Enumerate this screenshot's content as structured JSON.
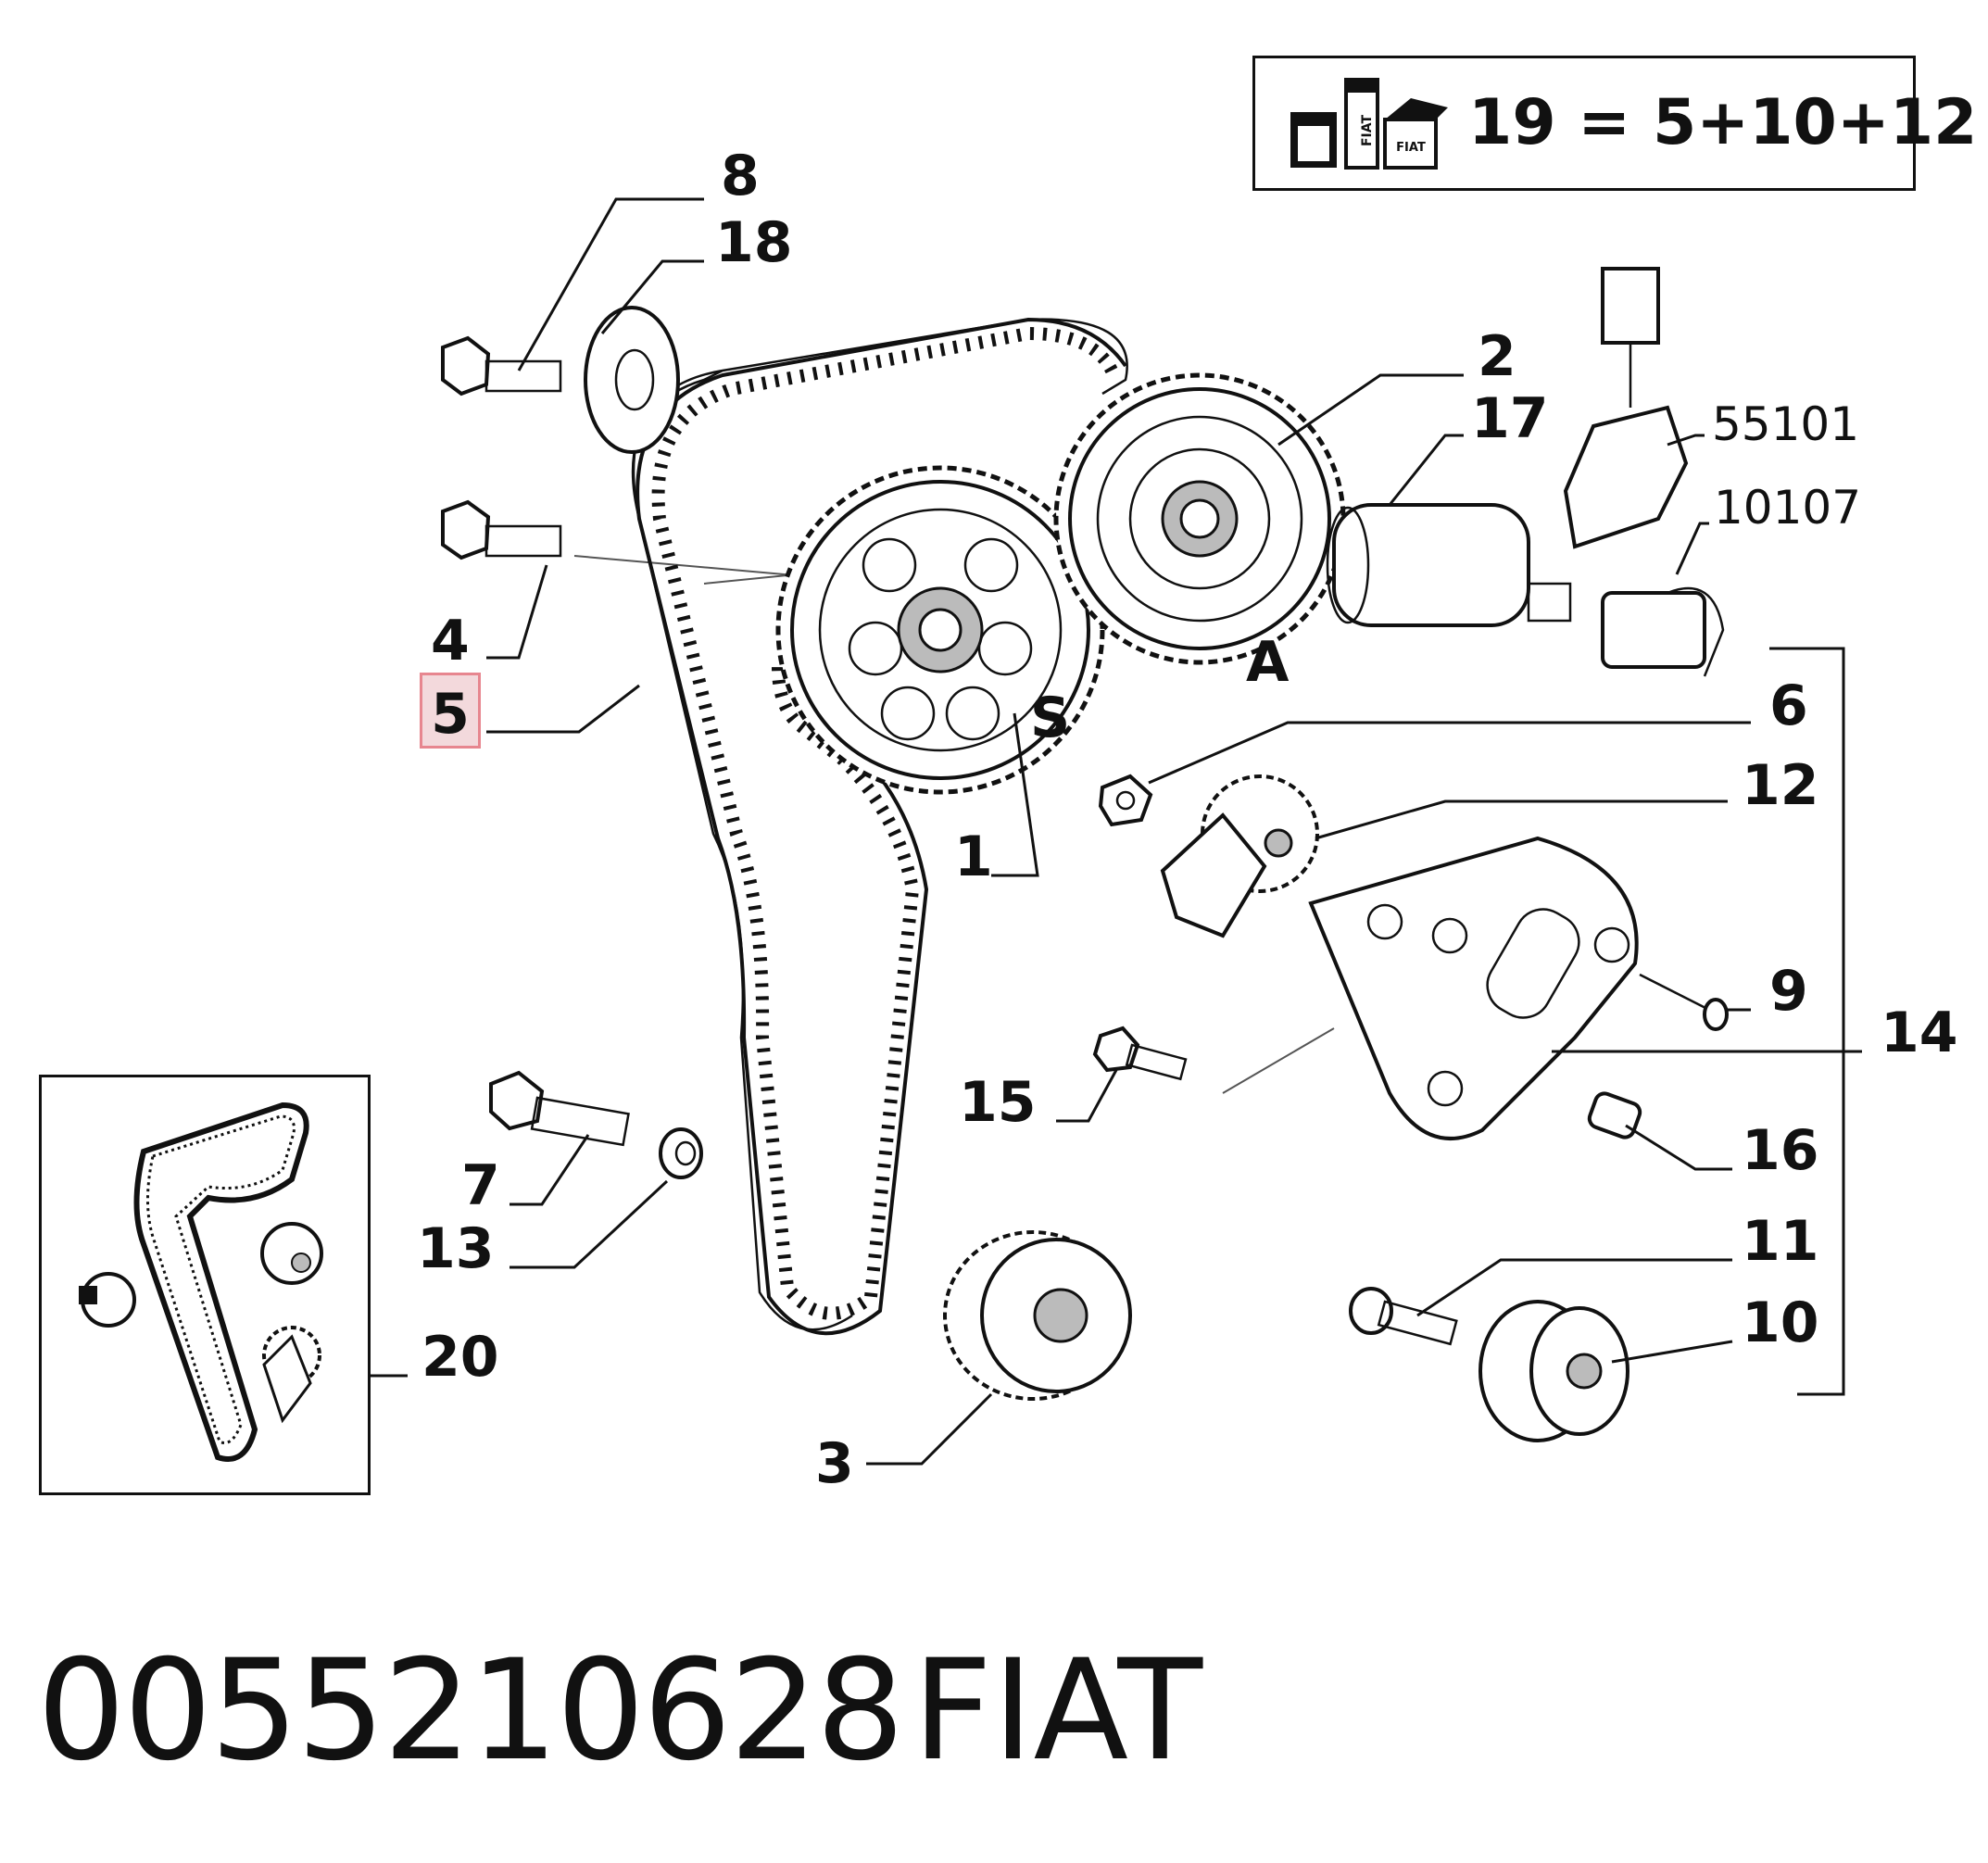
{
  "kit": {
    "formula": "19 = 5+10+12",
    "icon": "parts-kit-box-icon",
    "icon_brand_text": "FIAT"
  },
  "callouts": {
    "c1": "1",
    "c2": "2",
    "c3": "3",
    "c4": "4",
    "c5": "5",
    "c6": "6",
    "c7": "7",
    "c8": "8",
    "c9": "9",
    "c10": "10",
    "c11": "11",
    "c12": "12",
    "c13": "13",
    "c14": "14",
    "c15": "15",
    "c16": "16",
    "c17": "17",
    "c18": "18",
    "c20": "20",
    "ref1": "55101",
    "ref2": "10107",
    "letterS": "S",
    "letterA": "A"
  },
  "highlight": {
    "part": "5",
    "color_fill": "#f3d9dc",
    "color_border": "#e7868f"
  },
  "footer": {
    "part_number": "0055210628",
    "brand": "FIAT"
  }
}
